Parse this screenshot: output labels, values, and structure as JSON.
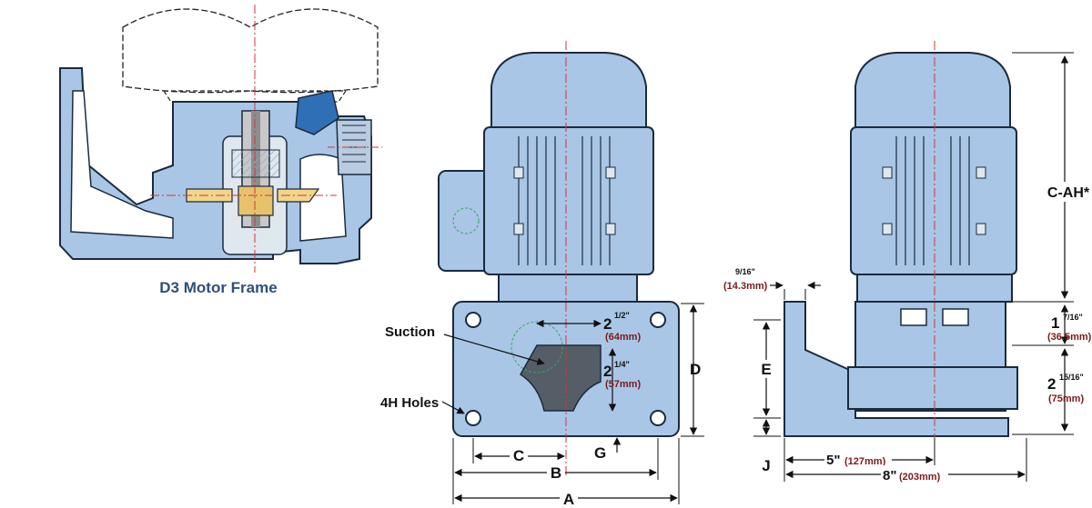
{
  "colors": {
    "body": "#a9c6e6",
    "body_dark": "#7ea3cc",
    "body_light": "#c9dcf0",
    "outline": "#1b2a3d",
    "centerline": "#d0363a",
    "accent": "#2f6fb5",
    "metric": "#7a1a1a",
    "caption": "#2f4f7a"
  },
  "views": {
    "section": {
      "caption": "D3 Motor Frame"
    },
    "front": {
      "labels": {
        "suction": "Suction",
        "holes": "4H Holes",
        "a": "A",
        "b": "B",
        "c": "C",
        "d": "D",
        "g": "G"
      },
      "dims": {
        "spacing_w_whole": "2",
        "spacing_w_frac": "1/2\"",
        "spacing_w_mm": "(64mm)",
        "spacing_h_whole": "2",
        "spacing_h_frac": "1/4\"",
        "spacing_h_mm": "(57mm)"
      }
    },
    "side": {
      "labels": {
        "cah": "C-AH*",
        "e": "E",
        "j": "J"
      },
      "dims": {
        "thick_in": "9/16\"",
        "thick_mm": "(14.3mm)",
        "h1_whole": "1",
        "h1_frac": "7/16\"",
        "h1_mm": "(36.5mm)",
        "h2_whole": "2",
        "h2_frac": "15/16\"",
        "h2_mm": "(75mm)",
        "w5_in": "5\"",
        "w5_mm": "(127mm)",
        "w8_in": "8\"",
        "w8_mm": "(203mm)"
      }
    }
  }
}
